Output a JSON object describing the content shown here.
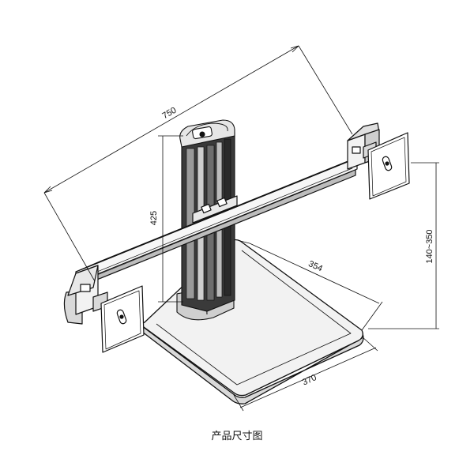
{
  "diagram": {
    "caption": "产品尺寸图",
    "dimensions": {
      "crossbar_width": "750",
      "pole_height": "425",
      "vesa_height_range": "140~350",
      "base_depth": "354",
      "base_width": "370"
    }
  },
  "colors": {
    "line": "#111111",
    "pole_dark": "#2a2a2a",
    "base_fill": "#f2f2f2",
    "background": "#ffffff"
  }
}
